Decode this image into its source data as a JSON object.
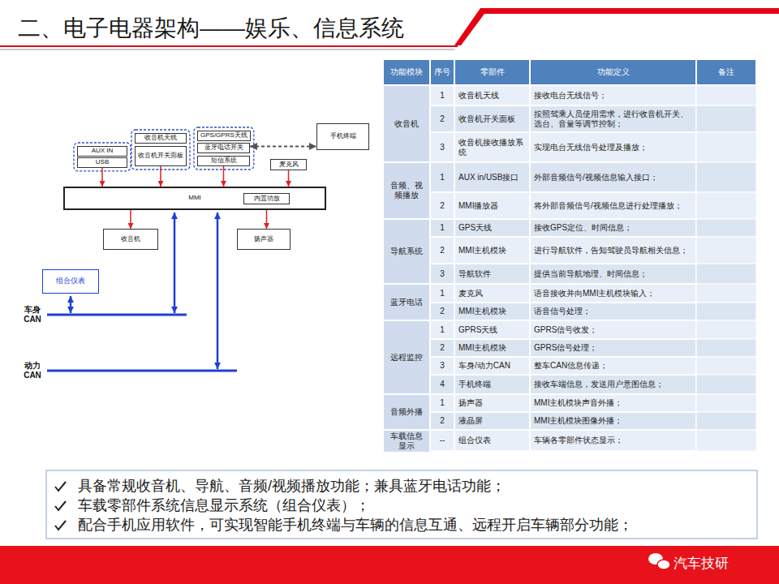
{
  "diagram": {
    "title": "二、电子电器架构——娱乐、信息系统",
    "nodes": [
      {
        "text": [
          "AUX IN"
        ]
      },
      {
        "text": [
          "USB"
        ]
      },
      {
        "text": [
          "收音机天线"
        ]
      },
      {
        "text": [
          "收音机开关面板"
        ]
      },
      {
        "text": [
          "GPS/GPRS天线"
        ]
      },
      {
        "text": [
          "蓝牙电话开关"
        ]
      },
      {
        "text": [
          "短信系统"
        ]
      },
      {
        "text": [
          "手机终端"
        ]
      },
      {
        "text": [
          "麦克风"
        ]
      },
      {
        "text": [
          "MMI"
        ]
      },
      {
        "text": [
          "内置功放"
        ],
        "in": 9
      },
      {
        "text": [
          "收音机"
        ]
      },
      {
        "text": [
          "扬声器"
        ]
      },
      {
        "text": [
          "组合仪表"
        ]
      }
    ],
    "edges": [
      {
        "from": 1,
        "to": 9,
        "arrow": "to"
      },
      {
        "from": 3,
        "to": 9,
        "arrow": "to"
      },
      {
        "from": 6,
        "to": 9,
        "arrow": "to"
      },
      {
        "from": 8,
        "to": 9,
        "arrow": "to"
      },
      {
        "from": 5,
        "to": 7,
        "arrow": "both"
      },
      {
        "from": 9,
        "to": 11,
        "arrow": "to"
      },
      {
        "from": 10,
        "to": 12,
        "arrow": "to"
      }
    ],
    "labels": [
      "车身 CAN",
      "动力 CAN",
      "功能模块",
      "序号",
      "零部件",
      "功能定义",
      "备注",
      "收音机",
      "1",
      "收音机天线",
      "接收电台无线信号；",
      "2",
      "收音机开关面板",
      "按照驾乘人员使用需求，进行收音机开关、选台、音量等调节控制；",
      "3",
      "收音机接收播放系统",
      "实现电台无线信号处理及播放；",
      "音频、视频播放",
      "1",
      "AUX in/USB接口",
      "外部音频信号/视频信息输入接口；",
      "2",
      "MMI播放器",
      "将外部音频信号/视频信息进行处理播放；",
      "导航系统",
      "1",
      "GPS天线",
      "接收GPS定位、时间信息；",
      "2",
      "MMI主机模块",
      "进行导航软件，告知驾驶员导航相关信息；",
      "3",
      "导航软件",
      "提供当前导航地理、时间信息；",
      "蓝牙电话",
      "1",
      "麦克风",
      "语音接收并向MMI主机模块输入；",
      "2",
      "MMI主机模块",
      "语音信号处理；",
      "远程监控",
      "1",
      "GPRS天线",
      "GPRS信号收发；",
      "2",
      "MMI主机模块",
      "GPRS信号处理；",
      "3",
      "车身/动力CAN",
      "整车CAN信息传递；",
      "4",
      "手机终端",
      "接收车端信息，发送用户意图信息；",
      "音频外播",
      "1",
      "扬声器",
      "MMI主机模块声音外播；",
      "2",
      "液晶屏",
      "MMI主机模块图像外播；",
      "车载信息显示",
      "--",
      "组合仪表",
      "车辆各零部件状态显示；",
      "具备常规收音机、导航、音频/视频播放功能；兼具蓝牙电话功能；",
      "车载零部件系统信息显示系统（组合仪表）；",
      "配合手机应用软件，可实现智能手机终端与车辆的信息互通、远程开启车辆部分功能；",
      "汽车技研"
    ]
  }
}
